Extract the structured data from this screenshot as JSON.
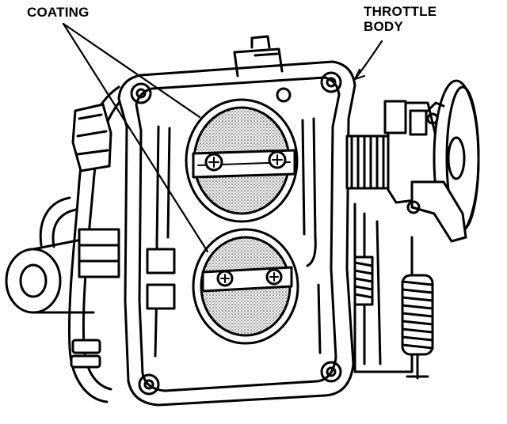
{
  "labels": {
    "coating": "COATING",
    "throttle_body_line1": "THROTTLE",
    "throttle_body_line2": "BODY"
  }
}
